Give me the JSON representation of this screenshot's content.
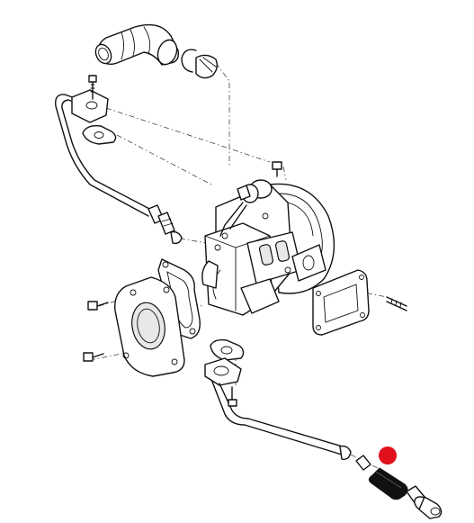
{
  "diagram": {
    "highlight_color": "#e0101c",
    "line_color": "#111111",
    "parts": [
      "turbocharger-assembly",
      "air-inlet-elbow-hose",
      "hose-clamp",
      "oil-feed-pipe",
      "oil-feed-gasket",
      "turbine-flange-gasket",
      "adapter-flange",
      "exhaust-outlet-gasket",
      "stud",
      "oil-drain-gasket",
      "oil-drain-pipe",
      "drain-hose",
      "drain-fitting"
    ]
  }
}
